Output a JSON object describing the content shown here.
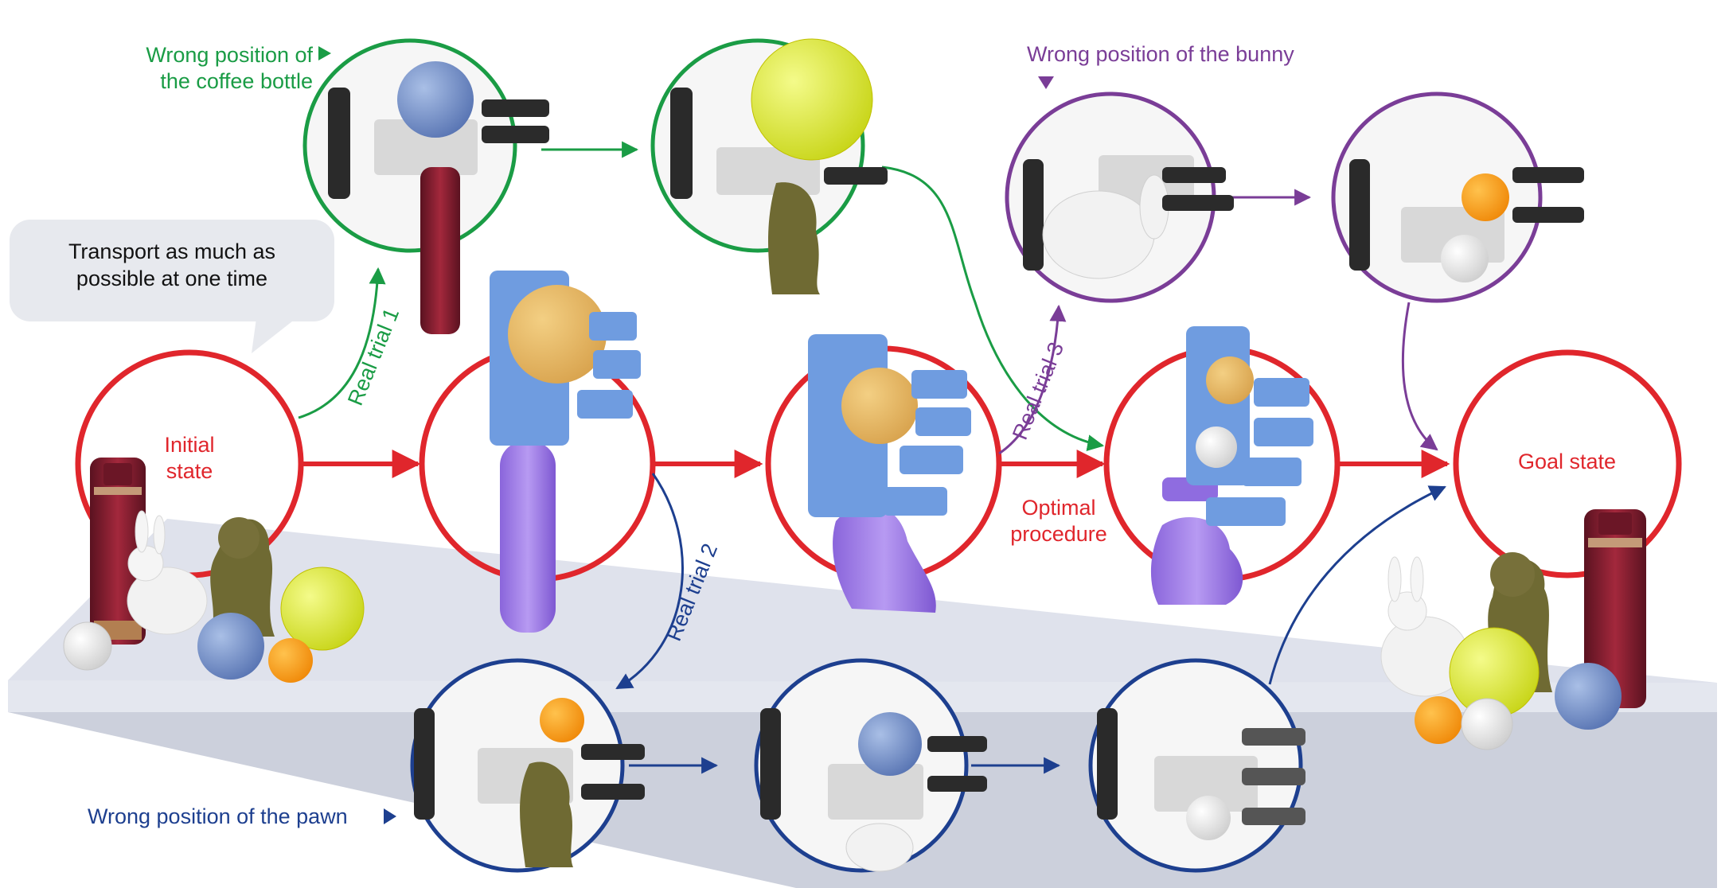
{
  "speech": {
    "line1": "Transport as much as",
    "line2": "possible at one time"
  },
  "states": {
    "initial_line1": "Initial",
    "initial_line2": "state",
    "goal": "Goal state"
  },
  "labels": {
    "optimal_line1": "Optimal",
    "optimal_line2": "procedure",
    "trial1": "Real trial 1",
    "trial2": "Real trial 2",
    "trial3": "Real trial 3",
    "wrong_coffee_line1": "Wrong position of",
    "wrong_coffee_line2": "the coffee bottle",
    "wrong_bunny": "Wrong position of the bunny",
    "wrong_pawn": "Wrong position of the pawn"
  },
  "colors": {
    "optimal": "#e0262c",
    "trial1": "#1a9c45",
    "trial2": "#1d3f8f",
    "trial3": "#7a3d97",
    "platform": "#dfe2ec",
    "bubble": "#e7e9ee"
  },
  "objects": [
    "coffee-bottle",
    "bunny",
    "pawn",
    "softball",
    "blue-ball",
    "orange-ball",
    "golf-ball"
  ]
}
